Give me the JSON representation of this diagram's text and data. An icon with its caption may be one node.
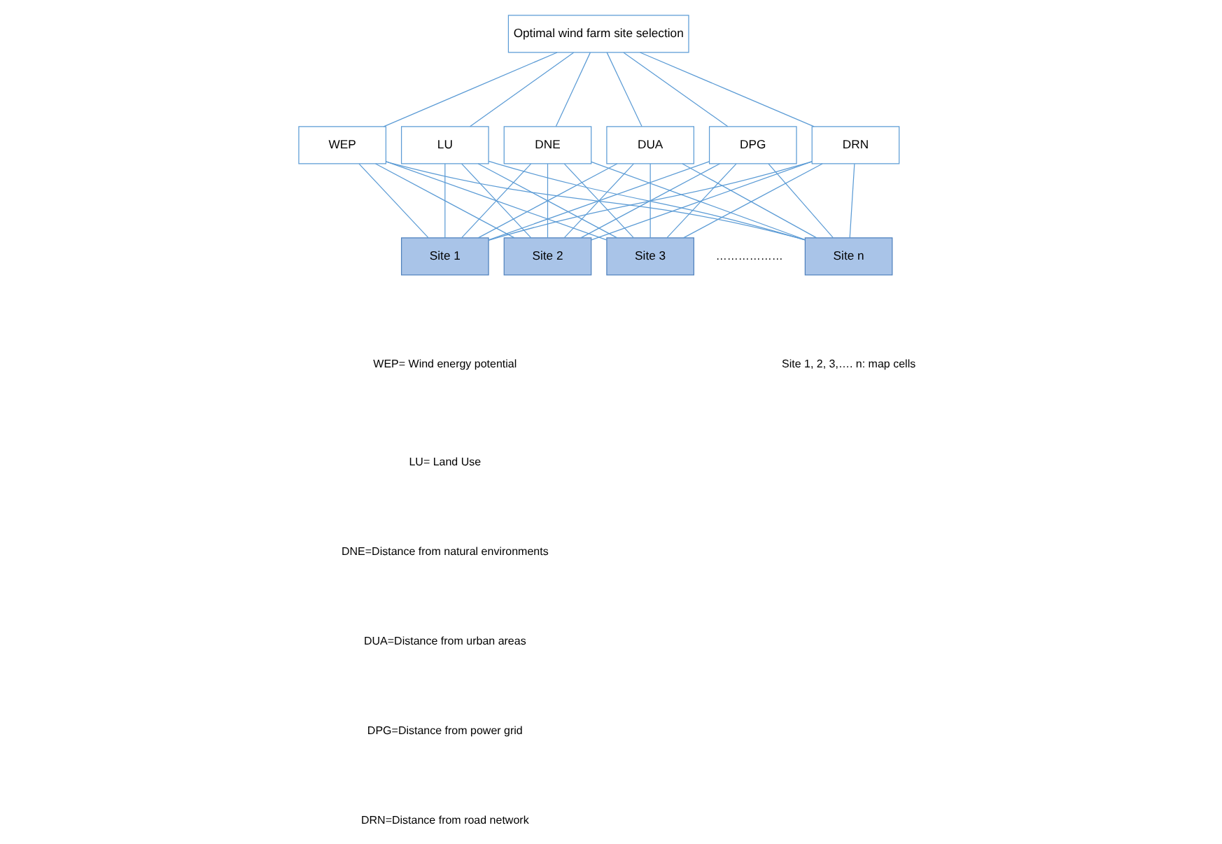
{
  "diagram": {
    "nodes": [
      {
        "text": [
          "Optimal wind farm site selection"
        ]
      },
      {
        "text": [
          "WEP"
        ]
      },
      {
        "text": [
          "LU"
        ]
      },
      {
        "text": [
          "DNE"
        ]
      },
      {
        "text": [
          "DUA"
        ]
      },
      {
        "text": [
          "DPG"
        ]
      },
      {
        "text": [
          "DRN"
        ]
      },
      {
        "text": [
          "Site 1"
        ]
      },
      {
        "text": [
          "Site 2"
        ]
      },
      {
        "text": [
          "Site 3"
        ]
      },
      {
        "text": [
          "Site n"
        ]
      }
    ],
    "edges": [
      {
        "from": 0,
        "to": 1,
        "arrow": "none"
      },
      {
        "from": 0,
        "to": 2,
        "arrow": "none"
      },
      {
        "from": 0,
        "to": 3,
        "arrow": "none"
      },
      {
        "from": 0,
        "to": 4,
        "arrow": "none"
      },
      {
        "from": 0,
        "to": 5,
        "arrow": "none"
      },
      {
        "from": 0,
        "to": 6,
        "arrow": "none"
      },
      {
        "from": 1,
        "to": 7,
        "arrow": "none"
      },
      {
        "from": 1,
        "to": 8,
        "arrow": "none"
      },
      {
        "from": 1,
        "to": 9,
        "arrow": "none"
      },
      {
        "from": 1,
        "to": 10,
        "arrow": "none"
      },
      {
        "from": 2,
        "to": 7,
        "arrow": "none"
      },
      {
        "from": 2,
        "to": 8,
        "arrow": "none"
      },
      {
        "from": 2,
        "to": 9,
        "arrow": "none"
      },
      {
        "from": 2,
        "to": 10,
        "arrow": "none"
      },
      {
        "from": 3,
        "to": 7,
        "arrow": "none"
      },
      {
        "from": 3,
        "to": 8,
        "arrow": "none"
      },
      {
        "from": 3,
        "to": 9,
        "arrow": "none"
      },
      {
        "from": 3,
        "to": 10,
        "arrow": "none"
      },
      {
        "from": 4,
        "to": 7,
        "arrow": "none"
      },
      {
        "from": 4,
        "to": 8,
        "arrow": "none"
      },
      {
        "from": 4,
        "to": 9,
        "arrow": "none"
      },
      {
        "from": 4,
        "to": 10,
        "arrow": "none"
      },
      {
        "from": 5,
        "to": 7,
        "arrow": "none"
      },
      {
        "from": 5,
        "to": 8,
        "arrow": "none"
      },
      {
        "from": 5,
        "to": 9,
        "arrow": "none"
      },
      {
        "from": 5,
        "to": 10,
        "arrow": "none"
      },
      {
        "from": 6,
        "to": 7,
        "arrow": "none"
      },
      {
        "from": 6,
        "to": 8,
        "arrow": "none"
      },
      {
        "from": 6,
        "to": 9,
        "arrow": "none"
      },
      {
        "from": 6,
        "to": 10,
        "arrow": "none"
      }
    ],
    "labels": [
      "………………",
      "WEP= Wind energy potential",
      "LU= Land Use",
      "DNE=Distance from natural environments",
      "DUA=Distance from urban areas",
      "DPG=Distance from power grid",
      "DRN=Distance from road network",
      "Site 1, 2, 3,…. n: map cells"
    ]
  }
}
